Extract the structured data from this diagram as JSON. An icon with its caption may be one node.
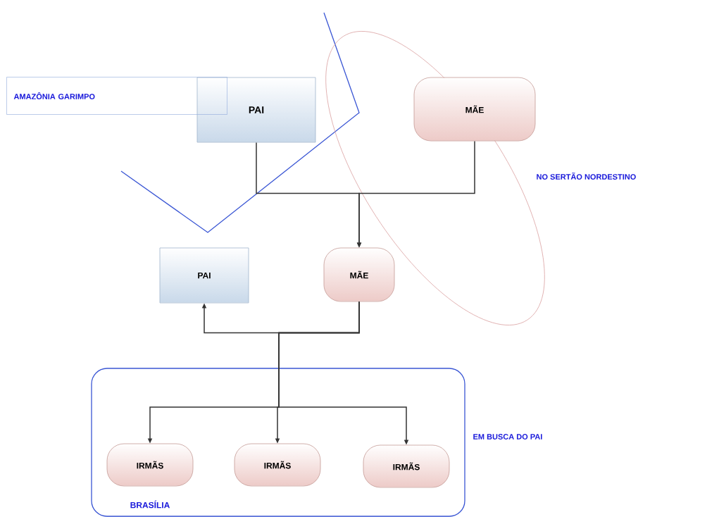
{
  "diagram": {
    "nodes": [
      {
        "text": [
          "AMAZÔNIA GARIMPO"
        ]
      },
      {
        "text": [
          "PAI"
        ]
      },
      {
        "text": [
          "NO SERTÃO NORDESTINO"
        ]
      },
      {
        "text": [
          "MÃE"
        ],
        "in": 2
      },
      {
        "text": [
          "PAI"
        ]
      },
      {
        "text": [
          "MÃE"
        ],
        "in": 2
      },
      {
        "text": [
          "BRASÍLIA"
        ],
        "beside": [
          "EM BUSCA DO PAI"
        ]
      },
      {
        "text": [
          "IRMÃS"
        ],
        "in": 6
      },
      {
        "text": [
          "IRMÃS"
        ],
        "in": 6
      },
      {
        "text": [
          "IRMÃS"
        ],
        "in": 6
      }
    ],
    "edges": [
      {
        "from": 1,
        "to": 5,
        "arrow": "to"
      },
      {
        "from": 3,
        "to": 5,
        "arrow": "to"
      },
      {
        "from": 5,
        "to": 4,
        "arrow": "to"
      },
      {
        "from": 5,
        "to": 7,
        "arrow": "to"
      },
      {
        "from": 5,
        "to": 8,
        "arrow": "to"
      },
      {
        "from": 5,
        "to": 9,
        "arrow": "to"
      }
    ]
  }
}
